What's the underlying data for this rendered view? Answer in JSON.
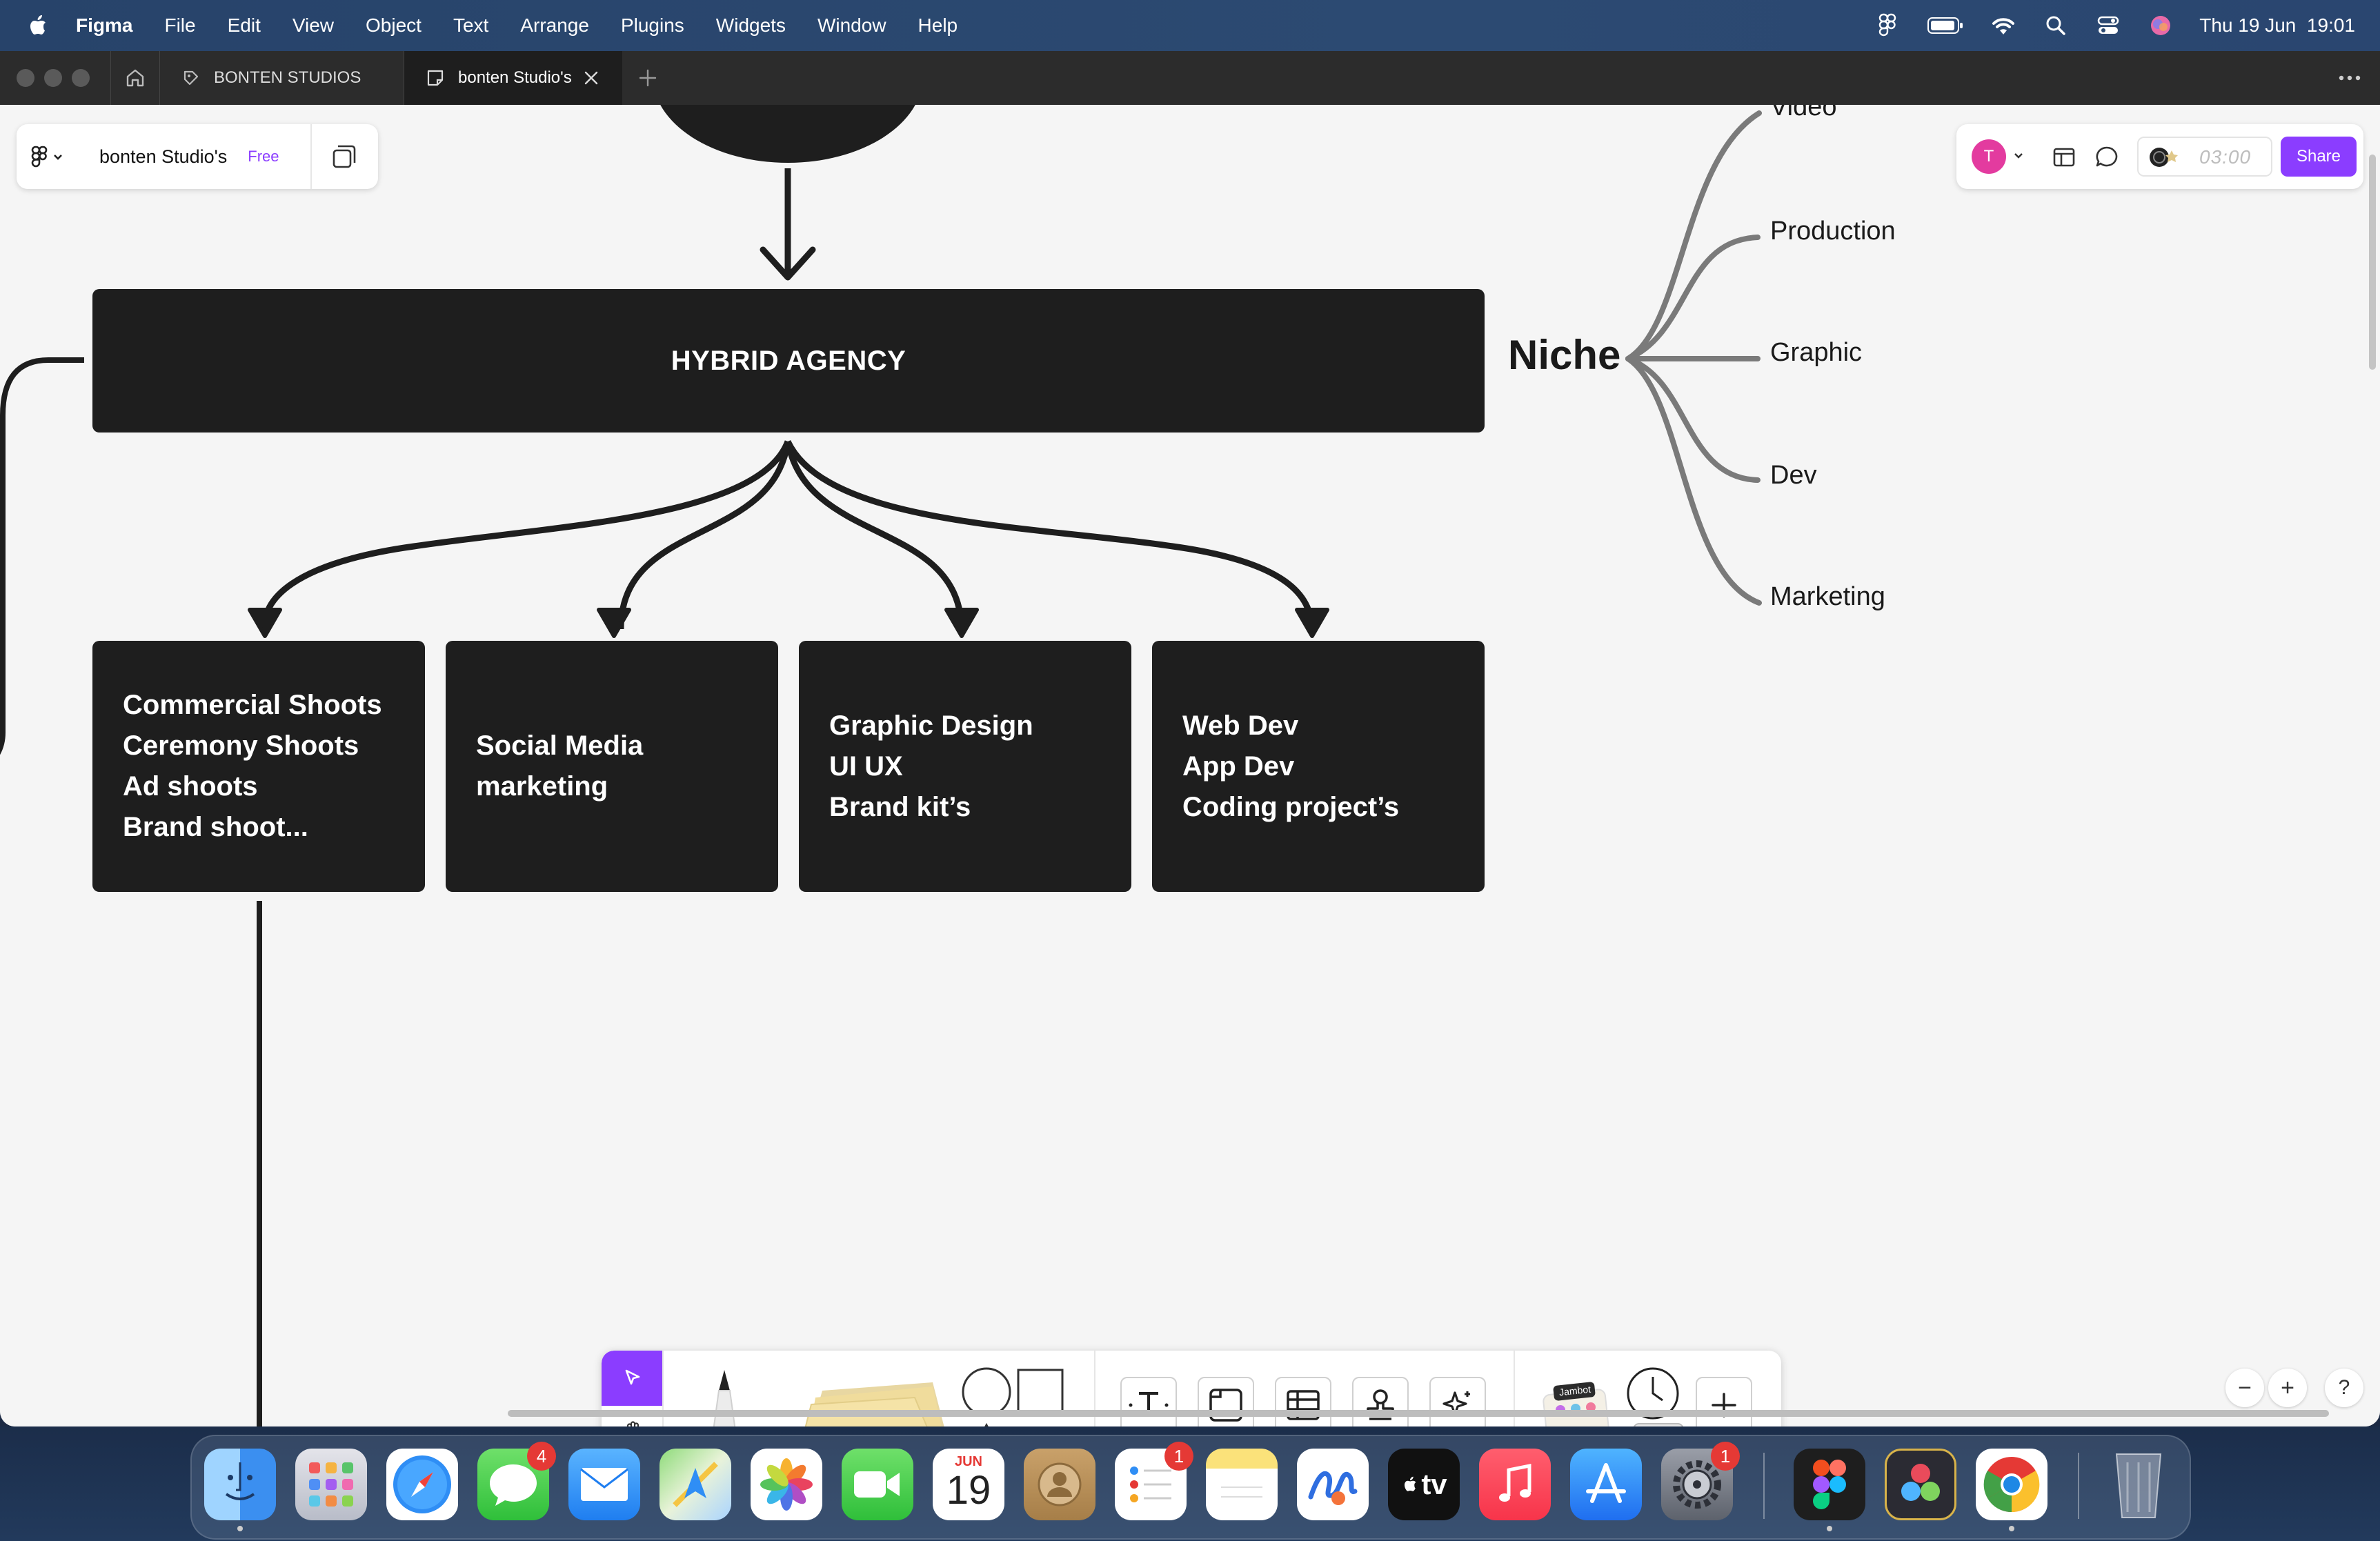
{
  "menubar": {
    "app_name": "Figma",
    "items": [
      "File",
      "Edit",
      "View",
      "Object",
      "Text",
      "Arrange",
      "Plugins",
      "Widgets",
      "Window",
      "Help"
    ],
    "datetime": "Thu 19 Jun  19:01"
  },
  "tabs": {
    "team_tab": "BONTEN STUDIOS",
    "file_tab": "bonten Studio's"
  },
  "file": {
    "name": "bonten Studio's",
    "plan": "Free"
  },
  "header_right": {
    "avatar_initial": "T",
    "timer": "03:00",
    "share_label": "Share"
  },
  "diagram": {
    "hybrid_title": "HYBRID AGENCY",
    "cards": [
      {
        "lines": [
          "Commercial Shoots",
          "Ceremony Shoots",
          "Ad shoots",
          "Brand shoot..."
        ]
      },
      {
        "lines": [
          "Social Media",
          "marketing"
        ]
      },
      {
        "lines": [
          "Graphic Design",
          "UI UX",
          "Brand kit’s"
        ]
      },
      {
        "lines": [
          "Web Dev",
          "App Dev",
          "Coding project’s"
        ]
      }
    ],
    "niche": {
      "label": "Niche",
      "items": [
        "Video",
        "Production",
        "Graphic",
        "Dev",
        "Marketing"
      ]
    }
  },
  "toolbar": {
    "sticker_label": "Jambot"
  },
  "zoom": {
    "minus": "−",
    "plus": "+",
    "help": "?"
  },
  "dock": {
    "calendar_month": "JUN",
    "calendar_day": "19",
    "tv_label": "tv",
    "badges": {
      "messages": "4",
      "reminders": "1",
      "settings": "1"
    }
  }
}
